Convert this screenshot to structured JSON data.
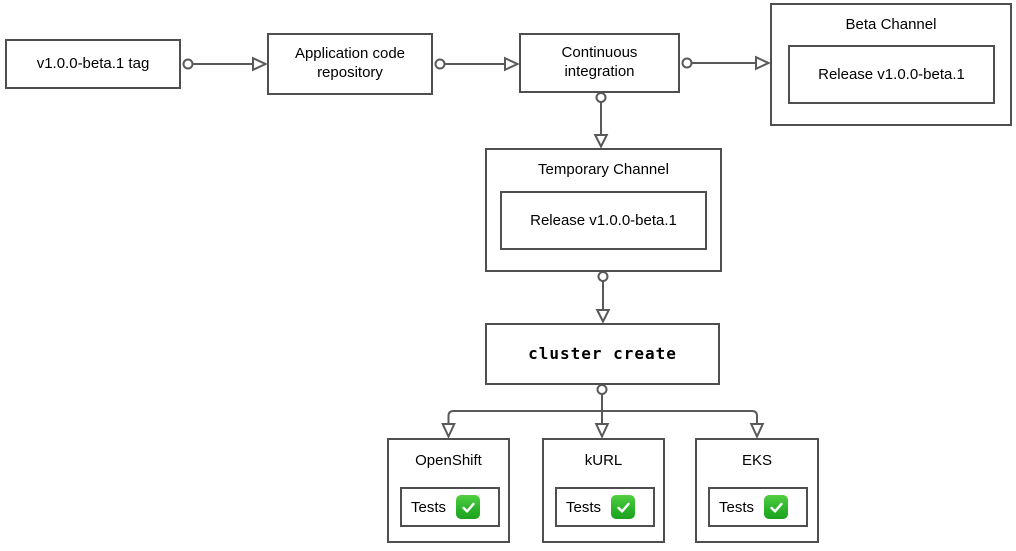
{
  "diagram": {
    "type": "flowchart",
    "background": "#ffffff",
    "colors": {
      "box_border": "#4f4f4f",
      "connector": "#595959",
      "text": "#000000",
      "check_green": "#2cb52c",
      "check_mark": "#ffffff"
    },
    "nodes": {
      "tag": {
        "label": "v1.0.0-beta.1 tag"
      },
      "repo": {
        "label": "Application code repository"
      },
      "ci": {
        "label": "Continuous integration"
      },
      "beta_channel": {
        "title": "Beta Channel",
        "release_label": "Release v1.0.0-beta.1"
      },
      "temp_channel": {
        "title": "Temporary Channel",
        "release_label": "Release v1.0.0-beta.1"
      },
      "cluster_create": {
        "label": "cluster create"
      },
      "clusters": [
        {
          "title": "OpenShift",
          "tests_label": "Tests",
          "status_icon": "green-check-mark"
        },
        {
          "title": "kURL",
          "tests_label": "Tests",
          "status_icon": "green-check-mark"
        },
        {
          "title": "EKS",
          "tests_label": "Tests",
          "status_icon": "green-check-mark"
        }
      ]
    },
    "edges": [
      {
        "from": "tag",
        "to": "repo"
      },
      {
        "from": "repo",
        "to": "ci"
      },
      {
        "from": "ci",
        "to": "beta_channel"
      },
      {
        "from": "ci",
        "to": "temp_channel"
      },
      {
        "from": "temp_channel",
        "to": "cluster_create"
      },
      {
        "from": "cluster_create",
        "to": "openshift"
      },
      {
        "from": "cluster_create",
        "to": "kurl"
      },
      {
        "from": "cluster_create",
        "to": "eks"
      }
    ]
  }
}
